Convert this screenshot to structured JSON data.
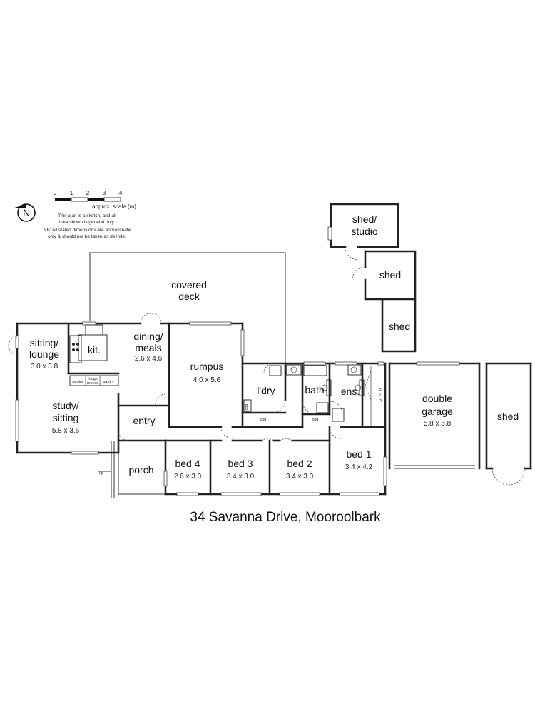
{
  "address": "34 Savanna Drive, Mooroolbark",
  "scale": {
    "ticks": [
      "0",
      "1",
      "2",
      "3",
      "4"
    ],
    "label": "approx. scale (m)",
    "note1_line1": "This plan is a sketch, and all",
    "note1_line2": "data shown is general only.",
    "note2_line1": "NB: All stated dimensions are approximate",
    "note2_line2": "only & should not be taken as definite."
  },
  "compass": {
    "letter": "N"
  },
  "rooms": {
    "covered_deck": {
      "line1": "covered",
      "line2": "deck"
    },
    "sitting": {
      "line1": "sitting/",
      "line2": "lounge",
      "dim": "3.0 x 3.8"
    },
    "kitchen": {
      "name": "kit."
    },
    "dining": {
      "line1": "dining/",
      "line2": "meals",
      "dim": "2.6 x 4.6"
    },
    "rumpus": {
      "name": "rumpus",
      "dim": "4.0 x 5.6"
    },
    "laundry": {
      "name": "l'dry"
    },
    "bath": {
      "name": "bath"
    },
    "ensuite": {
      "name": "ens."
    },
    "study": {
      "line1": "study/",
      "line2": "sitting",
      "dim": "5.8 x 3.6"
    },
    "entry": {
      "name": "entry"
    },
    "porch": {
      "name": "porch"
    },
    "bed4": {
      "name": "bed 4",
      "dim": "2.6 x 3.0"
    },
    "bed3": {
      "name": "bed 3",
      "dim": "3.4 x 3.0"
    },
    "bed2": {
      "name": "bed 2",
      "dim": "3.4 x 3.0"
    },
    "bed1": {
      "name": "bed 1",
      "dim": "3.4 x 4.2"
    },
    "garage": {
      "line1": "double",
      "line2": "garage",
      "dim": "5.8 x 5.8"
    },
    "shed_studio": {
      "line1": "shed/",
      "line2": "studio"
    },
    "shed_a": {
      "name": "shed"
    },
    "shed_b": {
      "name": "shed"
    },
    "shed_c": {
      "name": "shed"
    }
  },
  "labels": {
    "pantry_left": "pantry",
    "fridge_line1": "fridge",
    "fridge_line2": "recess",
    "pantry_right": "pantry",
    "cbd_laundry_side": "cbd",
    "cbd_laundry": "cbd",
    "cbd_bath": "cbd",
    "bir_b": "B",
    "bir_i": "I",
    "bir_r": "R",
    "up": "up"
  }
}
